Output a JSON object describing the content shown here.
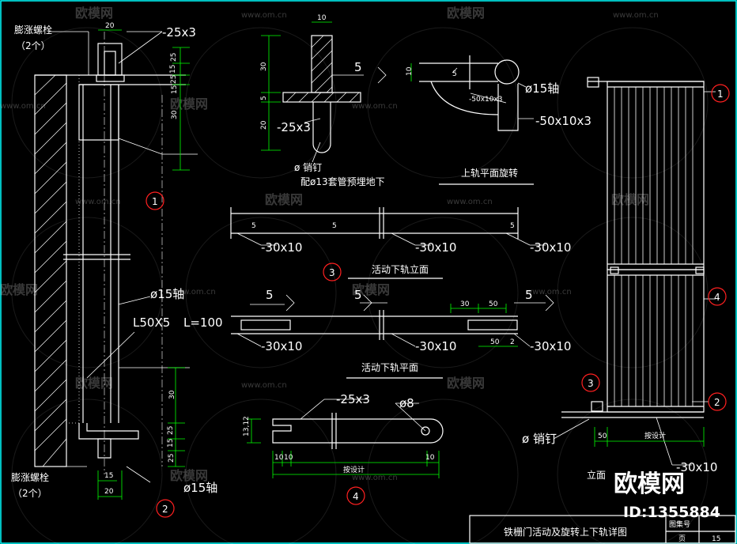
{
  "labels": {
    "anchor_bolt_top_1": "膨涨螺栓",
    "anchor_bolt_top_2": "（2个）",
    "anchor_bolt_bot_1": "膨涨螺栓",
    "anchor_bolt_bot_2": "（2个）",
    "flat_25x3_top": "-25x3",
    "flat_25x3_pin": "-25x3",
    "flat_25x3_bottom": "-25x3",
    "weld_5_pin": "5",
    "pin_note_1": "ø 销钉",
    "pin_note_2": "配ø13套管预埋地下",
    "axle_15_upper": "ø15轴",
    "flat_50x10x3": "-50x10x3",
    "flat_50x10x3_small": "-50x10x3",
    "weld_5_rot": "5",
    "upper_rail_rotate": "上轨平面旋转",
    "axle_15_mid": "ø15轴",
    "angle_l50x5": "L50X5",
    "length_l": "L=100",
    "axle_15_bottom": "ø15轴",
    "flat_30x10_e1": "-30x10",
    "flat_30x10_e2": "-30x10",
    "flat_30x10_e3": "-30x10",
    "lower_rail_elev": "活动下轨立面",
    "weld_5_p1": "5",
    "weld_5_p2": "5",
    "weld_5_p3": "5",
    "flat_30x10_p1": "-30x10",
    "flat_30x10_p2": "-30x10",
    "flat_30x10_p3": "-30x10",
    "lower_rail_plan": "活动下轨平面",
    "hole_8": "ø8",
    "design_by_1": "按设计",
    "design_by_2": "按设计",
    "pin_right": "ø 销钉",
    "flat_30x10_right": "-30x10",
    "elevation": "立面",
    "title": "铁栅门活动及旋转上下轨详图",
    "sheet_no_label": "图集号",
    "page_label": "页",
    "page_num": "15",
    "brand": "欧模网",
    "brand_id": "ID:1355884",
    "watermark_site": "www.om.cn",
    "watermark_brand": "欧模网"
  },
  "callouts": {
    "c1": "1",
    "c2": "2",
    "c3": "3",
    "c4": "4",
    "r1": "1",
    "r2": "2",
    "r3": "3",
    "r4": "4"
  },
  "dims": {
    "d20_top": "20",
    "d25_a": "25",
    "d15_a": "15",
    "d25_b": "25",
    "d15_b": "15",
    "d30_a": "30",
    "d30_b": "30",
    "d25_c": "25",
    "d15_c": "15",
    "d25_d": "25",
    "d15_d": "15",
    "d15_bot": "15",
    "d20_bot": "20",
    "d10_pin": "10",
    "d30_pin": "30",
    "d5_pin": "5",
    "d20_pin": "20",
    "d10_rot": "10",
    "d30_plan": "30",
    "d50_plan": "50",
    "d50_plan_b": "50",
    "d2_plan": "2",
    "d13_12": "13,12",
    "d10_a": "10",
    "d10_b": "10",
    "d10_c": "10",
    "d50_right": "50"
  },
  "colors": {
    "background": "#000000",
    "line": "#ffffff",
    "dimension": "#00ff00",
    "callout": "#ff2020",
    "frame": "#00ffff"
  }
}
